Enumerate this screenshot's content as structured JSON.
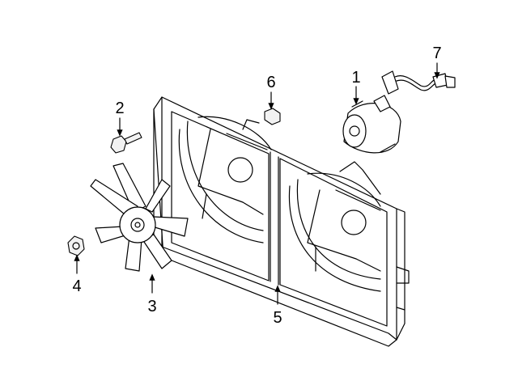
{
  "diagram": {
    "callouts": [
      {
        "number": "1",
        "part": "motor"
      },
      {
        "number": "2",
        "part": "bolt"
      },
      {
        "number": "3",
        "part": "fan-blade"
      },
      {
        "number": "4",
        "part": "nut"
      },
      {
        "number": "5",
        "part": "fan-shroud"
      },
      {
        "number": "6",
        "part": "clip-nut"
      },
      {
        "number": "7",
        "part": "wiring-harness"
      }
    ]
  }
}
